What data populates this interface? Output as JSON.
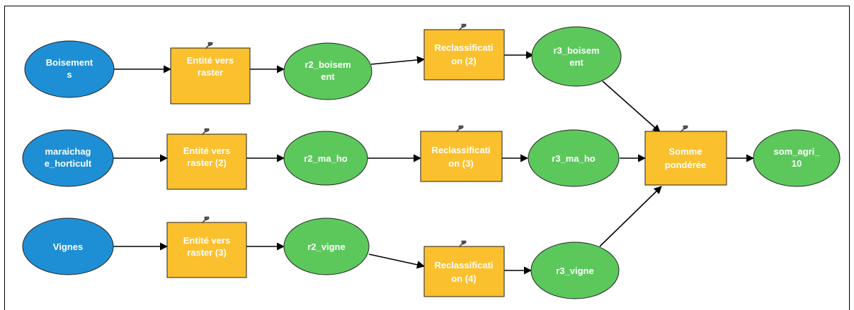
{
  "nodes": {
    "in_boisements": {
      "label_lines": [
        "Boisement",
        "s"
      ]
    },
    "in_maraichage": {
      "label_lines": [
        "maraichag",
        "e_horticult"
      ]
    },
    "in_vignes": {
      "label_lines": [
        "Vignes"
      ]
    },
    "tool_ev1": {
      "label_lines": [
        "Entité vers",
        "raster"
      ]
    },
    "tool_ev2": {
      "label_lines": [
        "Entité vers",
        "raster (2)"
      ]
    },
    "tool_ev3": {
      "label_lines": [
        "Entité vers",
        "raster (3)"
      ]
    },
    "out_r2_boisement": {
      "label_lines": [
        "r2_boisem",
        "ent"
      ]
    },
    "out_r2_ma_ho": {
      "label_lines": [
        "r2_ma_ho"
      ]
    },
    "out_r2_vigne": {
      "label_lines": [
        "r2_vigne"
      ]
    },
    "tool_rc2": {
      "label_lines": [
        "Reclassificati",
        "on (2)"
      ]
    },
    "tool_rc3": {
      "label_lines": [
        "Reclassificati",
        "on (3)"
      ]
    },
    "tool_rc4": {
      "label_lines": [
        "Reclassificati",
        "on (4)"
      ]
    },
    "out_r3_boisement": {
      "label_lines": [
        "r3_boisem",
        "ent"
      ]
    },
    "out_r3_ma_ho": {
      "label_lines": [
        "r3_ma_ho"
      ]
    },
    "out_r3_vigne": {
      "label_lines": [
        "r3_vigne"
      ]
    },
    "tool_somme": {
      "label_lines": [
        "Somme",
        "pondérée"
      ]
    },
    "out_som_agri": {
      "label_lines": [
        "som_agri_",
        "10"
      ]
    }
  },
  "colors": {
    "input_fill": "#1e8fd5",
    "tool_fill": "#fbc02d",
    "output_fill": "#5cc85c",
    "stroke": "#222222",
    "edge": "#000000"
  },
  "icons": {
    "tool": "hammer-icon"
  }
}
